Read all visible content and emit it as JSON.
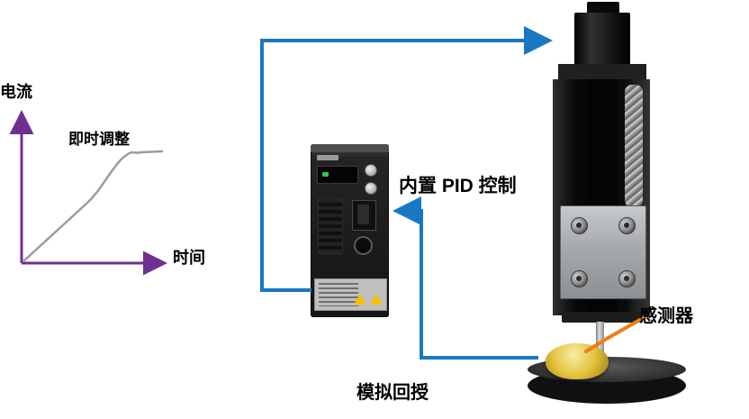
{
  "chart": {
    "y_axis_label": "电流",
    "x_axis_label": "时间",
    "curve_label": "即时调整"
  },
  "annotations": {
    "pid_label": "内置 PID 控制",
    "sensor_label": "感测器",
    "feedback_label": "模拟回授"
  },
  "colors": {
    "axis_purple": "#70308f",
    "curve_gray": "#9a9da0",
    "signal_blue": "#1878c2",
    "sensor_orange": "#ee7d18"
  },
  "chart_data": {
    "type": "line",
    "title": "",
    "xlabel": "时间",
    "ylabel": "电流",
    "series": [
      {
        "name": "即时调整",
        "x": [
          0,
          1,
          2,
          3,
          4,
          5,
          6,
          7
        ],
        "y": [
          0,
          0.9,
          1.8,
          2.8,
          4.0,
          4.9,
          5.1,
          5.0
        ]
      }
    ],
    "axis_ranges": {
      "x": [
        0,
        7
      ],
      "y": [
        0,
        6
      ]
    },
    "grid": false,
    "legend": "none",
    "notes": "Qualitative current-vs-time tuning curve rising then settling flat"
  }
}
